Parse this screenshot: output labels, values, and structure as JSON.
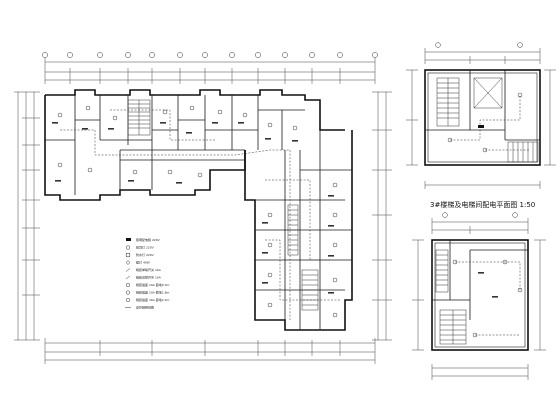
{
  "drawing": {
    "section_title": "3#楼梯及电梯间配电平面图 1:50"
  },
  "legend": {
    "items": [
      {
        "symbol": "box",
        "text": "照明配电箱 220V"
      },
      {
        "symbol": "circle-cross",
        "text": "吸顶灯 220V"
      },
      {
        "symbol": "square",
        "text": "防水灯 220V"
      },
      {
        "symbol": "diamond",
        "text": "壁灯 40W"
      },
      {
        "symbol": "switch",
        "text": "暗装单联开关 10A"
      },
      {
        "symbol": "switch",
        "text": "暗装双联开关 10A"
      },
      {
        "symbol": "socket",
        "text": "暗装插座 10A 距地0.3m"
      },
      {
        "symbol": "socket",
        "text": "暗装插座 10A 距地1.8m"
      },
      {
        "symbol": "socket",
        "text": "暗装插座 16A 距地2.2m"
      },
      {
        "symbol": "line",
        "text": "穿管暗敷线路"
      }
    ]
  },
  "colors": {
    "linework": "#1a1a1a",
    "background": "#ffffff"
  }
}
